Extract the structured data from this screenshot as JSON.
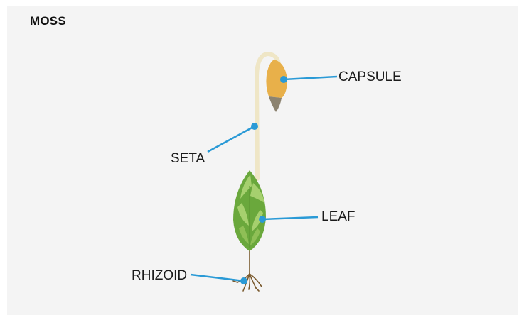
{
  "title": "MOSS",
  "labels": {
    "capsule": "CAPSULE",
    "seta": "SETA",
    "leaf": "LEAF",
    "rhizoid": "RHIZOID"
  },
  "colors": {
    "background": "#f4f4f4",
    "pointer": "#2a9ad6",
    "seta": "#efe6c6",
    "capsule": "#e8b04a",
    "capsule_tip": "#8c8370",
    "leaf_dark": "#6aa83c",
    "leaf_light": "#a6d06e",
    "rhizoid": "#7a5a2e"
  }
}
